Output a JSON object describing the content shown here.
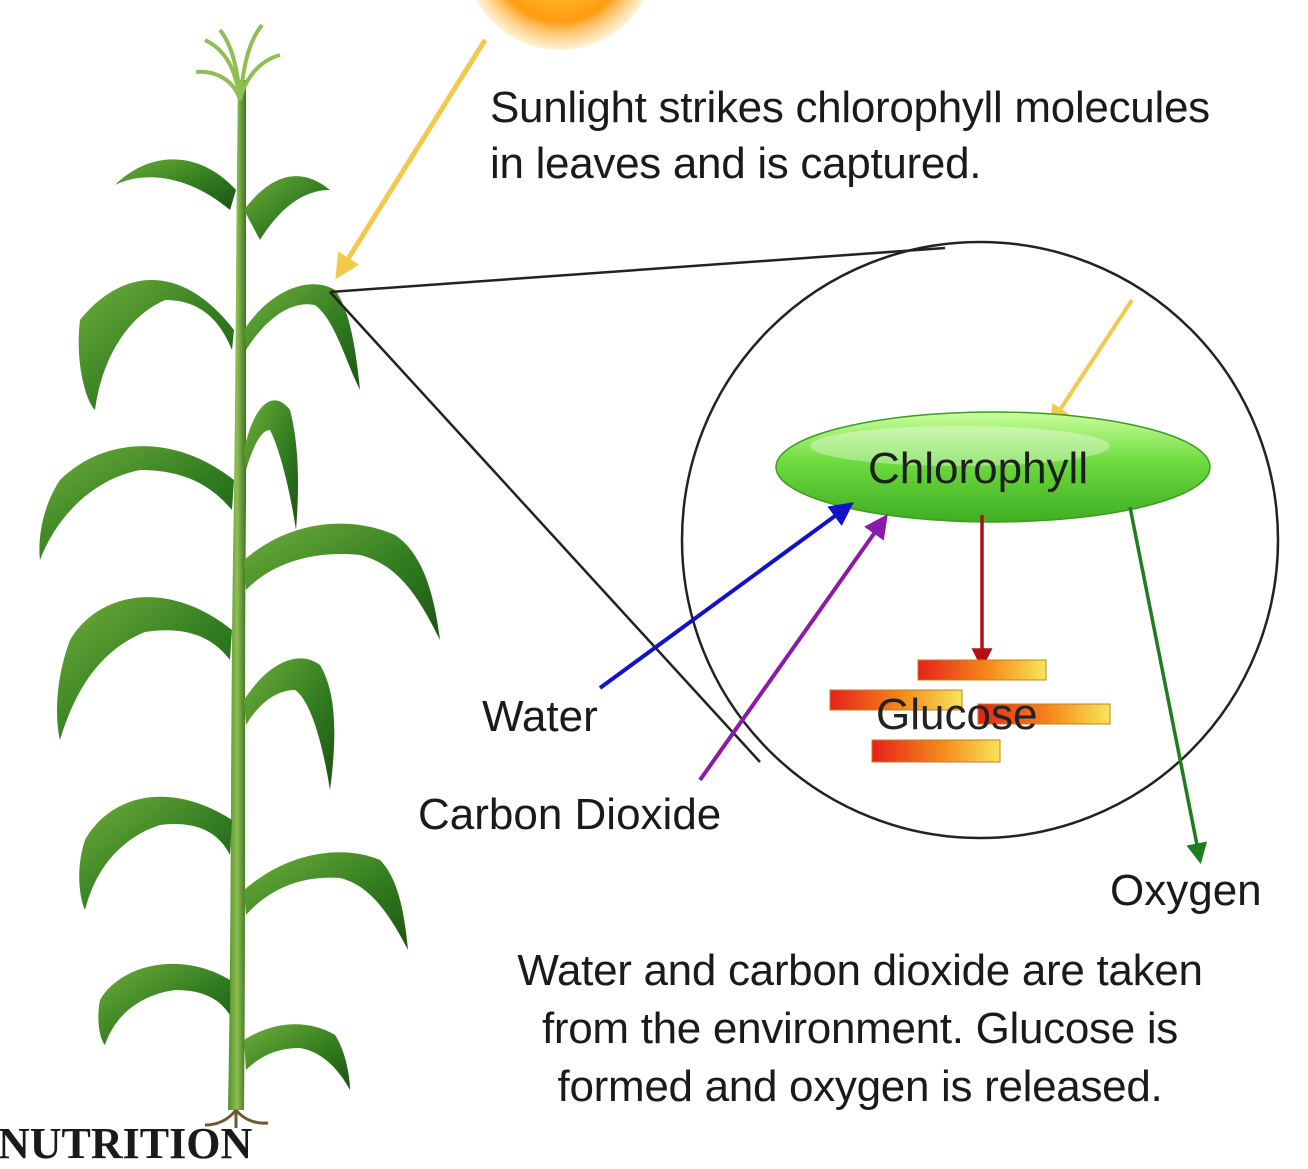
{
  "captions": {
    "top_line1": "Sunlight strikes chlorophyll molecules",
    "top_line2": "in leaves and is captured.",
    "bottom_line1": "Water and carbon dioxide are taken",
    "bottom_line2": "from the environment.  Glucose is",
    "bottom_line3": "formed and oxygen is released."
  },
  "labels": {
    "chlorophyll": "Chlorophyll",
    "glucose": "Glucose",
    "water": "Water",
    "carbon_dioxide": "Carbon Dioxide",
    "oxygen": "Oxygen"
  },
  "footer": {
    "text": "NUTRITION"
  },
  "colors": {
    "sunlight": "#f2c94c",
    "water": "#1212c8",
    "carbon_dioxide": "#8a1aa8",
    "glucose_arrow": "#b01010",
    "oxygen": "#1e7d1e",
    "chlorophyll": "#5fd63a",
    "leaf": "#2f7a1f"
  }
}
